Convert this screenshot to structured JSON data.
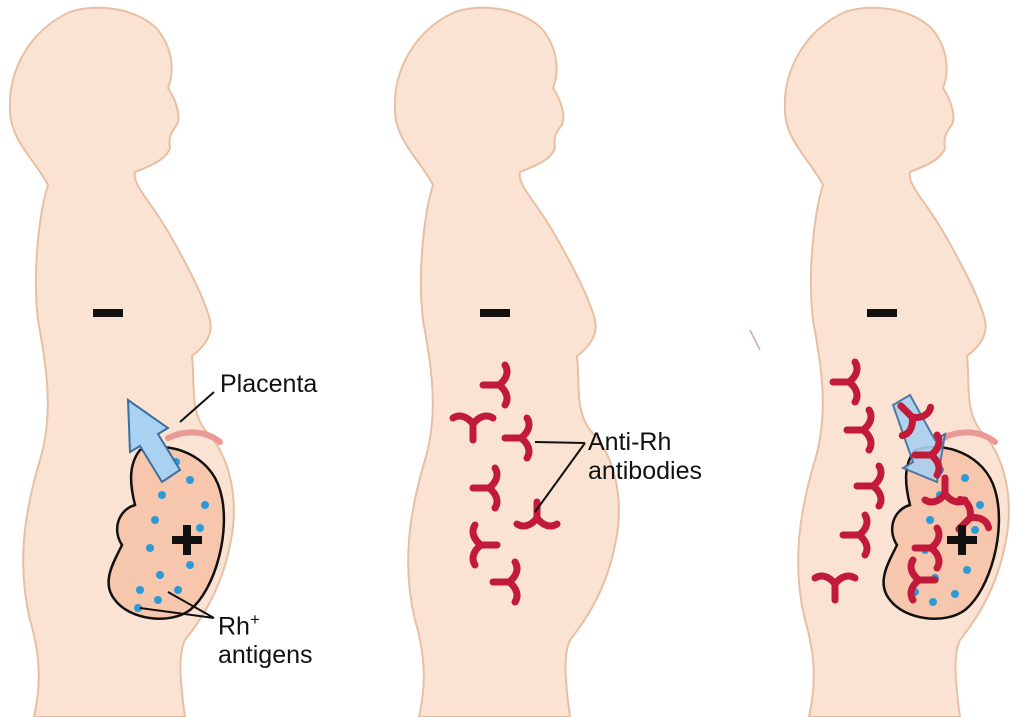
{
  "panels": [
    {
      "id": "first-pregnancy",
      "mother_sign": "−",
      "fetus_sign": "+"
    },
    {
      "id": "after-delivery",
      "mother_sign": "−"
    },
    {
      "id": "second-pregnancy",
      "mother_sign": "−",
      "fetus_sign": "+"
    }
  ],
  "labels": {
    "placenta": "Placenta",
    "antibodies_line1": "Anti-Rh",
    "antibodies_line2": "antibodies",
    "antigens_prefix": "Rh",
    "antigens_superscript": "+",
    "antigens_line2": "antigens"
  },
  "colors": {
    "skin": "#fbe3d3",
    "skin_outline": "#e8bfa3",
    "fetus": "#f6c6ad",
    "antigen_dot": "#2a9bd6",
    "antibody": "#c21a3a",
    "arrow_fill": "#a9d1f2",
    "arrow_stroke": "#3c6f9f",
    "placenta": "#e99a96"
  },
  "icons": [
    "minus-sign-icon",
    "plus-sign-icon",
    "arrow-up-icon",
    "antibody-y-icon",
    "antigen-dot-icon"
  ]
}
